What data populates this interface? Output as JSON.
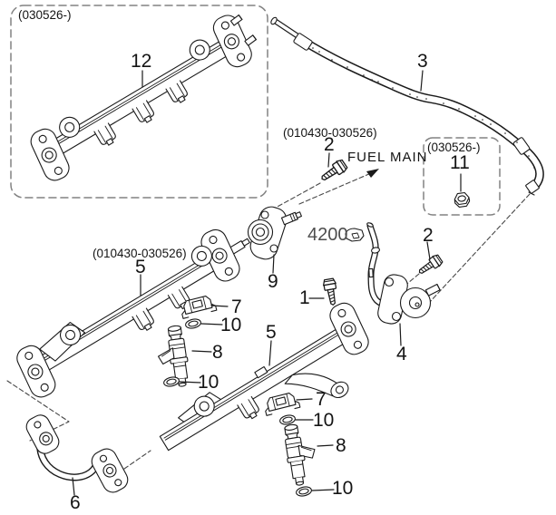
{
  "diagram": {
    "type": "exploded-parts-diagram",
    "codes": {
      "inset_top_left": "(030526-)",
      "inset_nut": "(030526-)",
      "range_bolt": "(010430-030526)",
      "range_rail": "(010430-030526)"
    },
    "annotations": {
      "fuel_main": "FUEL MAIN",
      "connector_ref": "4200"
    },
    "callouts": {
      "c1": "1",
      "c2a": "2",
      "c2b": "2",
      "c3": "3",
      "c4": "4",
      "c5a": "5",
      "c5b": "5",
      "c6": "6",
      "c7a": "7",
      "c7b": "7",
      "c8a": "8",
      "c8b": "8",
      "c9": "9",
      "c10a": "10",
      "c10b": "10",
      "c10c": "10",
      "c10d": "10",
      "c11": "11",
      "c12": "12"
    },
    "colors": {
      "line": "#1a1a1a",
      "inset_border": "#828282",
      "annotation_gray": "#4d4d4d",
      "background": "#ffffff"
    }
  }
}
